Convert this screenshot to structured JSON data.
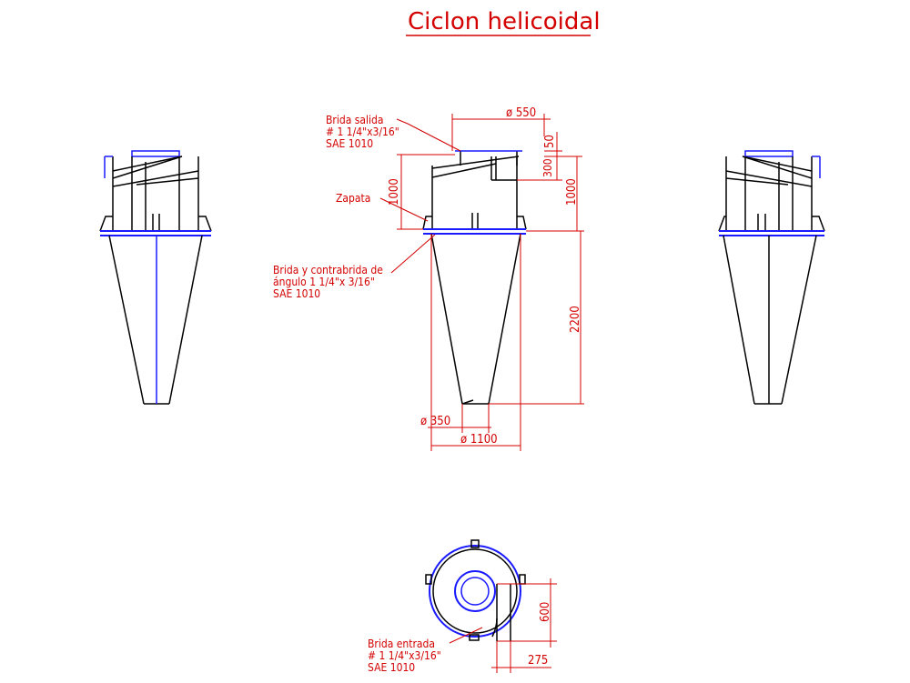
{
  "title": "Ciclon helicoidal",
  "labels": {
    "brida_salida": [
      "Brida salida",
      "# 1 1/4\"x3/16\"",
      "SAE 1010"
    ],
    "zapata": "Zapata",
    "brida_contrabrida": [
      "Brida y contrabrida de",
      "ángulo 1 1/4\"x 3/16\"",
      "SAE 1010"
    ],
    "brida_entrada": [
      "Brida entrada",
      "# 1 1/4\"x3/16\"",
      "SAE 1010"
    ]
  },
  "dimensions": {
    "d_outlet": "ø 550",
    "h_flange": "50",
    "h_inlet": "300",
    "h_body_left": "1000",
    "h_body_right": "1000",
    "h_cone": "2200",
    "d_bottom": "ø 350",
    "d_body": "ø 1100",
    "inlet_h": "600",
    "inlet_w": "275"
  },
  "colors": {
    "annotation": "#d40000",
    "outline": "#000000",
    "accent": "#1a1aff"
  }
}
